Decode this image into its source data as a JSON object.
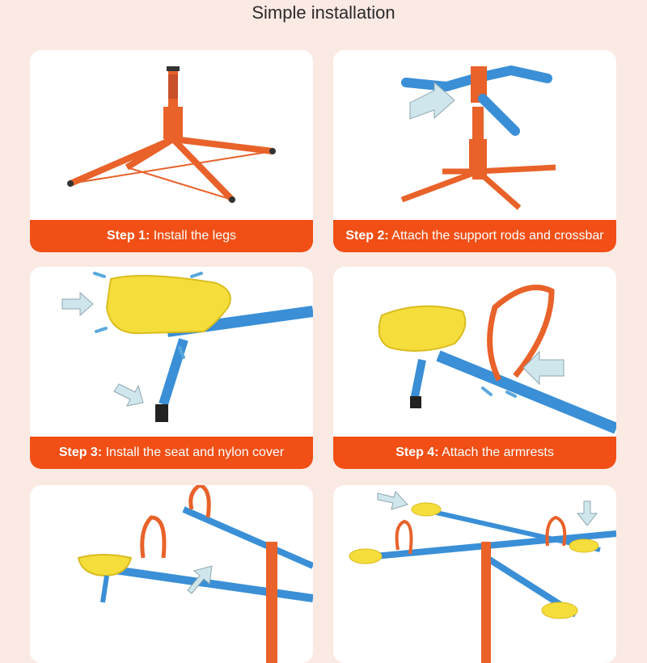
{
  "page_title": "Simple installation",
  "steps": [
    {
      "label": "Step 1:",
      "text": " Install the legs"
    },
    {
      "label": "Step 2:",
      "text": " Attach the support rods and crossbar"
    },
    {
      "label": "Step 3:",
      "text": " Install the seat and nylon cover"
    },
    {
      "label": "Step 4:",
      "text": " Attach the armrests"
    }
  ],
  "colors": {
    "caption_bg": "#f14f15",
    "frame_orange": "#e8622a",
    "bar_blue": "#3a8fd6",
    "seat_yellow": "#f5de3c",
    "accent_blue": "#5aa8dc"
  },
  "icons": [
    "hint-arrow-icon"
  ]
}
